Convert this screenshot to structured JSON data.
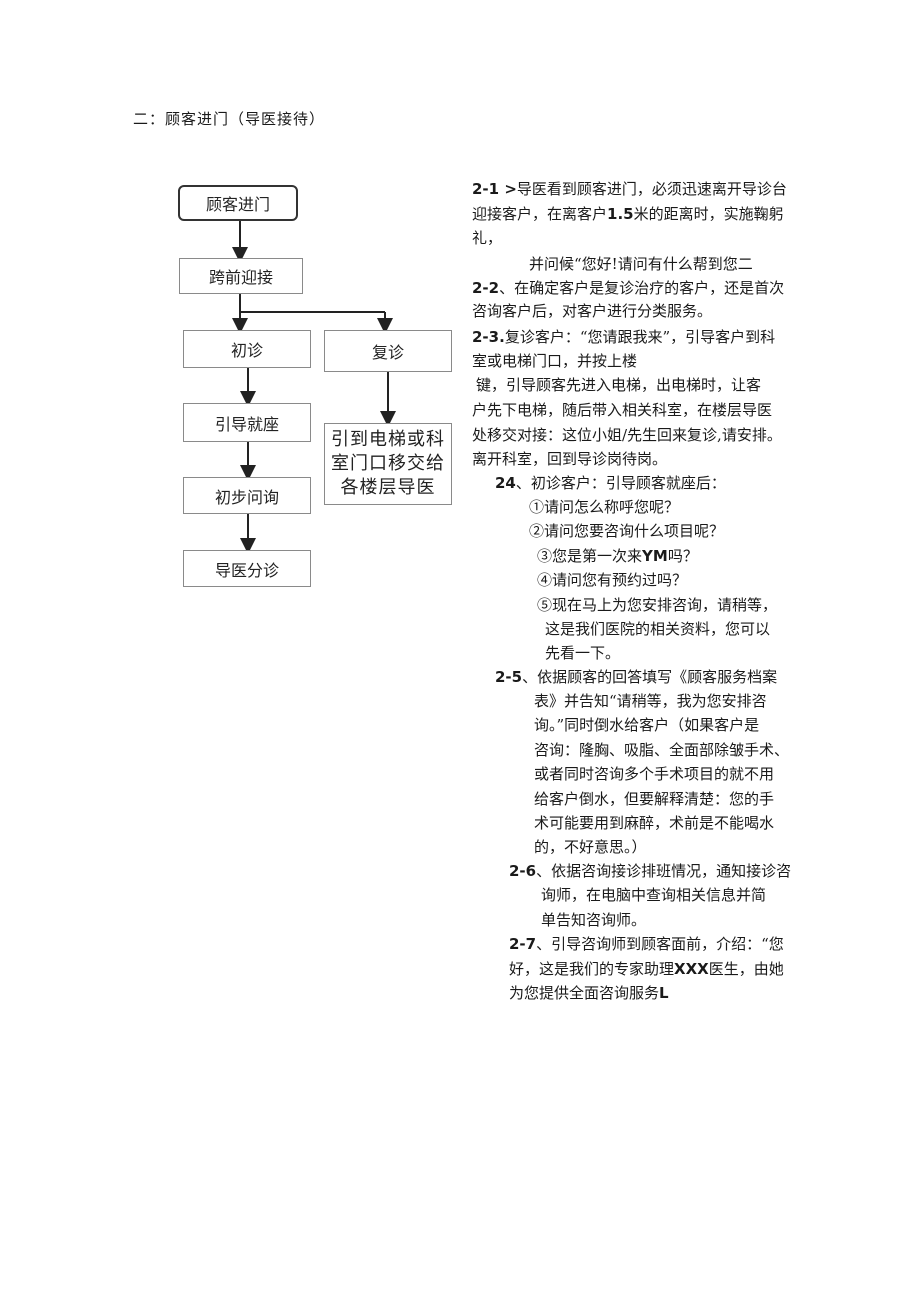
{
  "heading": "二：顾客进门（导医接待）",
  "flow": {
    "enter": "顾客进门",
    "greet": "跨前迎接",
    "first": "初诊",
    "return": "复诊",
    "seat": "引导就座",
    "elevator": "引到电梯或科室门口移交给各楼层导医",
    "inquiry": "初步问询",
    "triage": "导医分诊"
  },
  "steps": {
    "s21_num": "2-1 >",
    "s21_l1": "导医看到顾客进门，必须迅速离开导诊台",
    "s21_l2a": "迎接客户，在离客户",
    "s21_l2b": "1.5",
    "s21_l2c": "米的距离时，实施鞠躬",
    "s21_l3": "礼，",
    "s21_l4": "并问候“您好!请问有什么帮到您二",
    "s22_num": "2-2",
    "s22_l1": "、在确定客户是复诊治疗的客户，还是首次",
    "s22_l2": "咨询客户后，对客户进行分类服务。",
    "s23_num": "2-3.",
    "s23_l1": "复诊客户：“您请跟我来”，引导客户到科",
    "s23_l2": "室或电梯门口，并按上楼",
    "s23_l3": "键，引导顾客先进入电梯，出电梯时，让客",
    "s23_l4": "户先下电梯，随后带入相关科室，在楼层导医",
    "s23_l5": "处移交对接：这位小姐/先生回来复诊,请安排。",
    "s23_l6": "离开科室，回到导诊岗待岗。",
    "s24_num": "24",
    "s24_l1": "、初诊客户：引导顾客就座后：",
    "q1": "①请问怎么称呼您呢？",
    "q2": "②请问您要咨询什么项目呢？",
    "q3a": "③您是第一次来",
    "q3b": "YM",
    "q3c": "吗？",
    "q4": "④请问您有预约过吗？",
    "q5_l1": "⑤现在马上为您安排咨询，请稍等，",
    "q5_l2": "这是我们医院的相关资料，您可以",
    "q5_l3": "先看一下。",
    "s25_num": "2-5",
    "s25_l1": "、依据顾客的回答填写《顾客服务档案",
    "s25_l2": "表》并告知“请稍等，我为您安排咨",
    "s25_l3": "询。”同时倒水给客户（如果客户是",
    "s25_l4": "咨询：隆胸、吸脂、全面部除皱手术、",
    "s25_l5": "或者同时咨询多个手术项目的就不用",
    "s25_l6": "给客户倒水，但要解释清楚：您的手",
    "s25_l7": "术可能要用到麻醉，术前是不能喝水",
    "s25_l8": "的，不好意思。）",
    "s26_num": "2-6",
    "s26_l1": "、依据咨询接诊排班情况，通知接诊咨",
    "s26_l2": "询师，在电脑中查询相关信息并简",
    "s26_l3": "单告知咨询师。",
    "s27_num": "2-7",
    "s27_l1": "、引导咨询师到顾客面前，介绍：“您",
    "s27_l2a": "好，这是我们的专家助理",
    "s27_l2b": "XXX",
    "s27_l2c": "医生，由她",
    "s27_l3a": "为您提供全面咨询服务",
    "s27_l3b": "L"
  }
}
